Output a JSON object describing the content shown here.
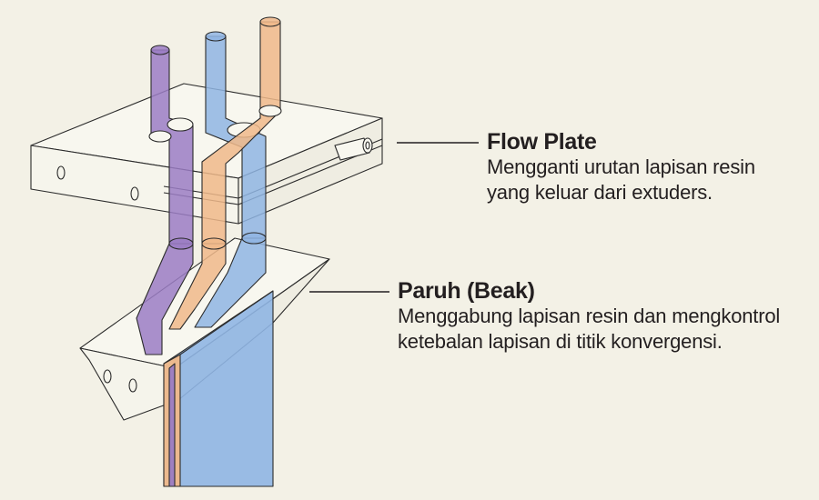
{
  "labels": {
    "flow_plate": {
      "title": "Flow Plate",
      "desc_line1": "Mengganti urutan lapisan resin",
      "desc_line2": "yang keluar dari extuders."
    },
    "beak": {
      "title": "Paruh (Beak)",
      "desc_line1": "Menggabung lapisan resin dan mengkontrol",
      "desc_line2": "ketebalan lapisan di titik konvergensi."
    }
  },
  "colors": {
    "background": "#f3f1e6",
    "purple_resin": "#9b7cc4",
    "blue_resin": "#8fb5e3",
    "orange_resin": "#f0b889",
    "outline": "#2b2b2b"
  }
}
